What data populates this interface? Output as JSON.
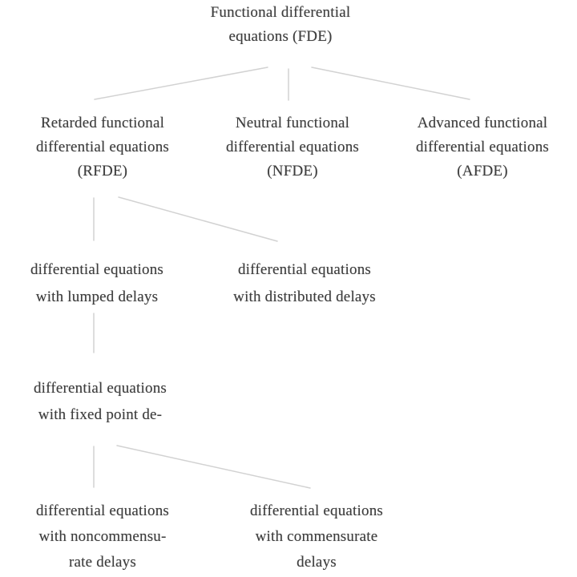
{
  "diagram": {
    "type": "tree",
    "colors": {
      "background": "#ffffff",
      "text": "#3d3d3d",
      "line": "#d2d2d2"
    },
    "nodes": {
      "fde": {
        "lines": [
          "Functional differential",
          "equations (FDE)"
        ]
      },
      "rfde": {
        "lines": [
          "Retarded functional",
          "differential equations",
          "(RFDE)"
        ]
      },
      "nfde": {
        "lines": [
          "Neutral functional",
          "differential equations",
          "(NFDE)"
        ]
      },
      "afde": {
        "lines": [
          "Advanced functional",
          "differential equations",
          "(AFDE)"
        ]
      },
      "lumped": {
        "lines": [
          "differential equations",
          "with lumped delays"
        ]
      },
      "distributed": {
        "lines": [
          "differential equations",
          "with distributed delays"
        ]
      },
      "fixed_point": {
        "lines": [
          "differential equations",
          "with fixed point de-"
        ]
      },
      "noncommensurate": {
        "lines": [
          "differential equations",
          "with noncommensu-",
          "rate delays"
        ]
      },
      "commensurate": {
        "lines": [
          "differential equations",
          "with commensurate",
          "delays"
        ]
      }
    },
    "edges": [
      {
        "from": "fde",
        "to": "rfde"
      },
      {
        "from": "fde",
        "to": "nfde"
      },
      {
        "from": "fde",
        "to": "afde"
      },
      {
        "from": "rfde",
        "to": "lumped"
      },
      {
        "from": "rfde",
        "to": "distributed"
      },
      {
        "from": "lumped",
        "to": "fixed_point"
      },
      {
        "from": "fixed_point",
        "to": "noncommensurate"
      },
      {
        "from": "fixed_point",
        "to": "commensurate"
      }
    ]
  }
}
